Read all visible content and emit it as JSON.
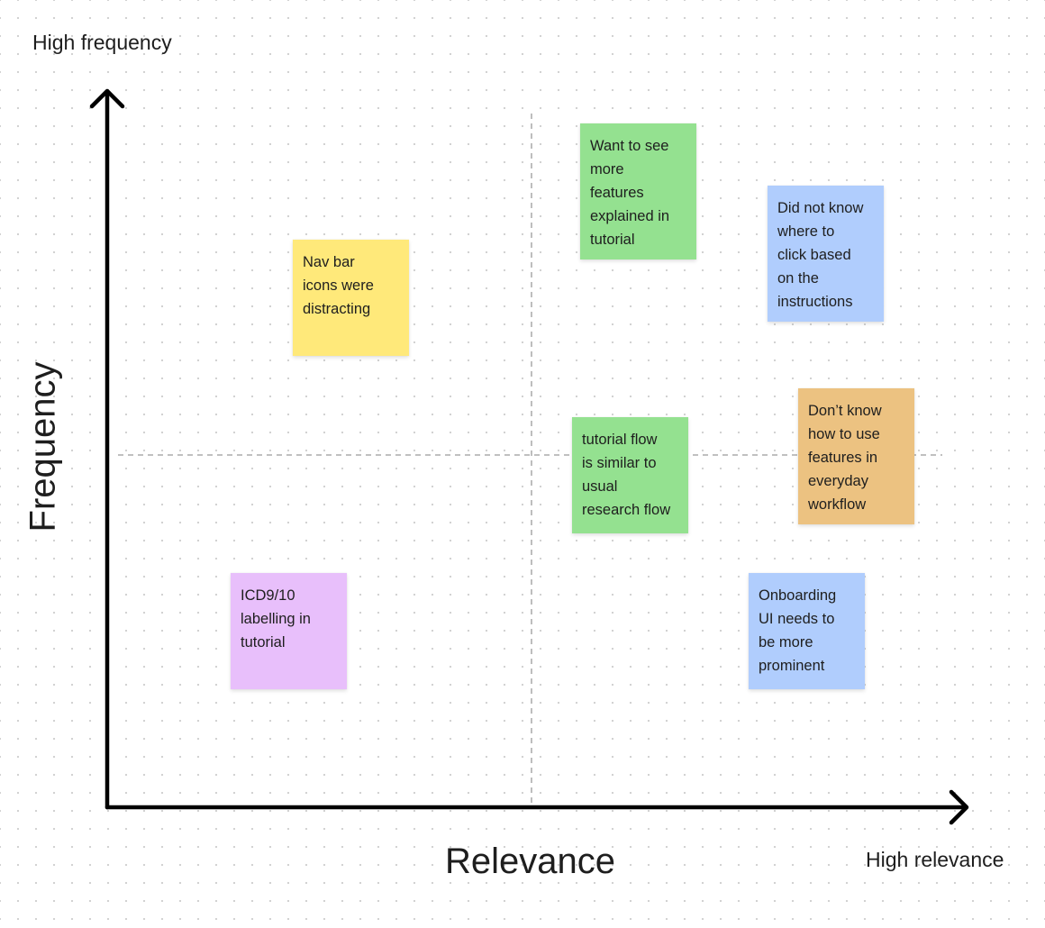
{
  "labels": {
    "high_frequency": "High frequency",
    "high_relevance": "High relevance",
    "x_axis": "Relevance",
    "y_axis": "Frequency"
  },
  "colors": {
    "yellow": "#ffe97a",
    "green": "#94e190",
    "blue": "#b0cdfd",
    "orange": "#ecc281",
    "purple": "#e8bffb",
    "axis": "#000000",
    "divider": "#9a9a9a"
  },
  "stickies": [
    {
      "text": "Nav bar\nicons were\ndistracting",
      "color": "yellow"
    },
    {
      "text": "Want to see\nmore\nfeatures\nexplained in\ntutorial",
      "color": "green"
    },
    {
      "text": "Did not know\nwhere to\nclick based\non the\ninstructions",
      "color": "blue"
    },
    {
      "text": "tutorial flow\nis similar to\nusual\nresearch flow",
      "color": "green"
    },
    {
      "text": "Don’t know\nhow to use\nfeatures in\neveryday\nworkflow",
      "color": "orange"
    },
    {
      "text": "ICD9/10\nlabelling in\ntutorial",
      "color": "purple"
    },
    {
      "text": "Onboarding\nUI needs to\nbe more\nprominent",
      "color": "blue"
    }
  ]
}
